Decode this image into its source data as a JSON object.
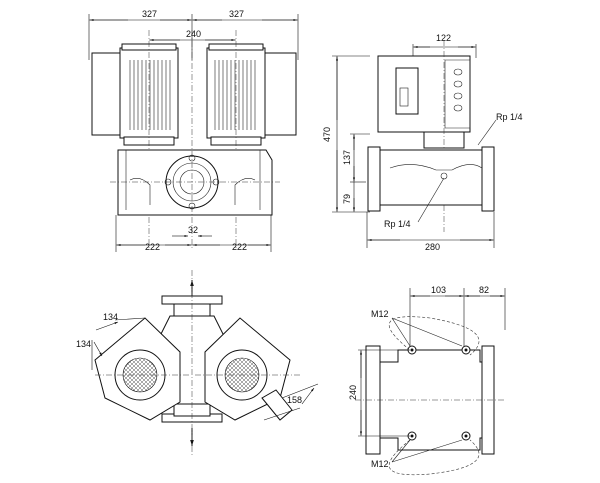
{
  "top_left": {
    "dim_motor_width_left": "327",
    "dim_motor_width_right": "327",
    "dim_motor_spacing": "240",
    "dim_base_left": "222",
    "dim_base_right": "222",
    "dim_center_offset": "32"
  },
  "top_right": {
    "dim_terminal_box": "122",
    "dim_total_height": "470",
    "dim_height_137": "137",
    "dim_height_79": "79",
    "label_rp_top": "Rp 1/4",
    "label_rp_bottom": "Rp 1/4",
    "dim_flange_length": "280"
  },
  "bottom_left": {
    "dim_134_a": "134",
    "dim_134_b": "134",
    "dim_158": "158"
  },
  "bottom_right": {
    "dim_103": "103",
    "dim_82": "82",
    "dim_240": "240",
    "label_m12_top": "M12",
    "label_m12_bottom": "M12"
  }
}
